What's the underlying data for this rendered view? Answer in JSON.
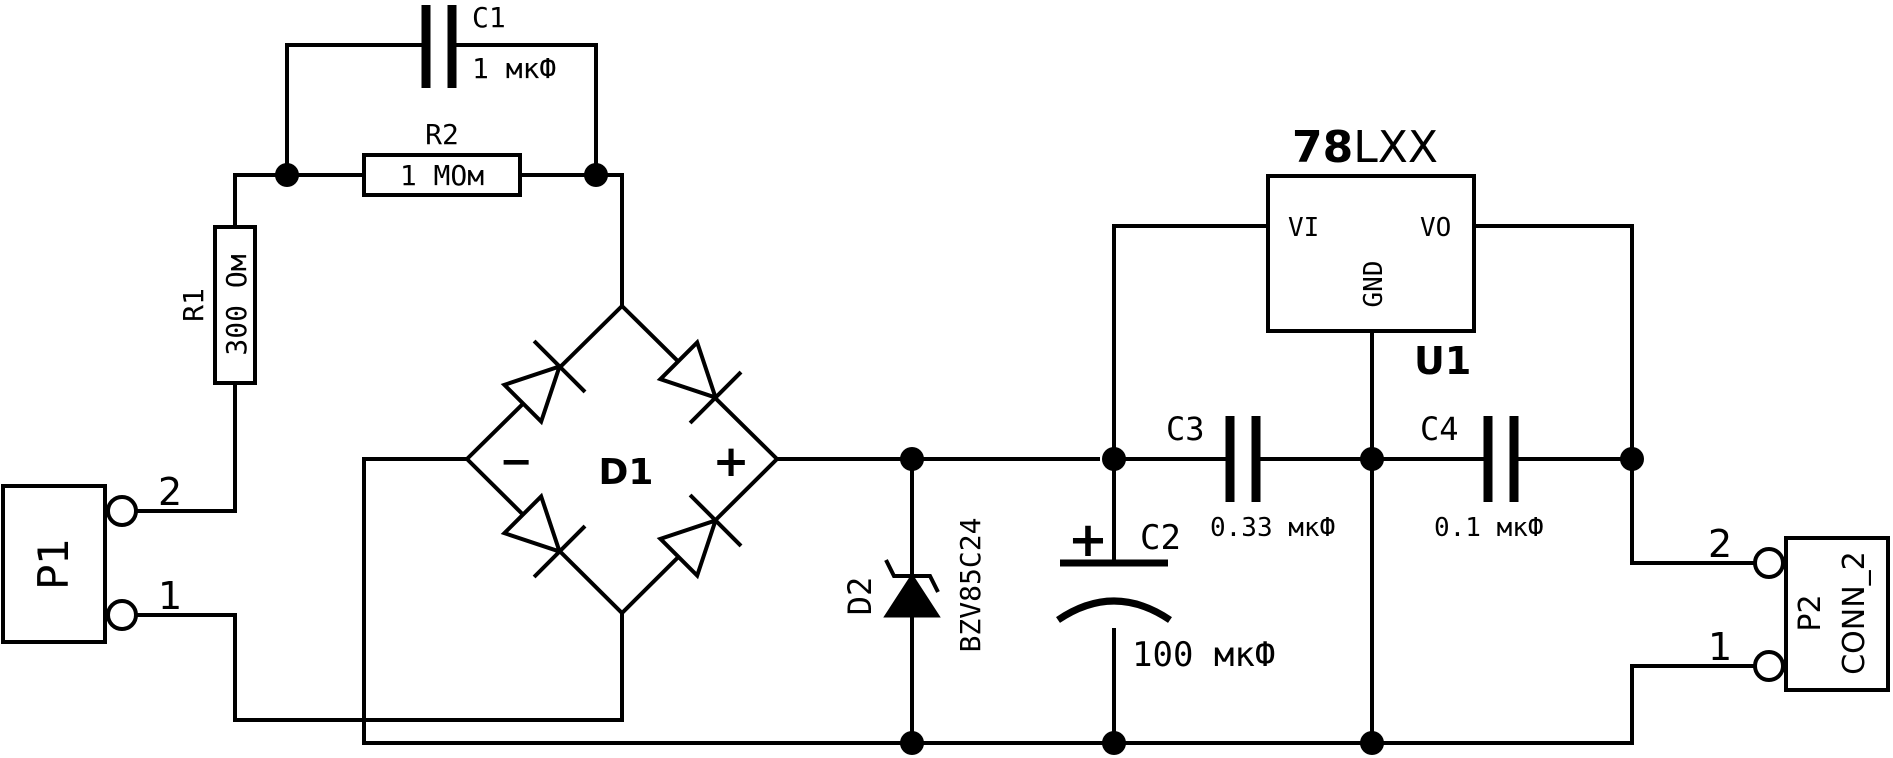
{
  "components": {
    "c1": {
      "ref": "C1",
      "value": "1 мкФ"
    },
    "r2": {
      "ref": "R2",
      "value": "1 МОм"
    },
    "r1": {
      "ref": "R1",
      "value": "300 Ом"
    },
    "d1": {
      "ref": "D1",
      "minus": "−",
      "plus": "+"
    },
    "d2": {
      "ref": "D2",
      "value": "BZV85C24"
    },
    "c2": {
      "ref": "C2",
      "value": "100 мкФ",
      "polarity": "+"
    },
    "c3": {
      "ref": "C3",
      "value": "0.33 мкФ"
    },
    "c4": {
      "ref": "C4",
      "value": "0.1 мкФ"
    },
    "u1": {
      "ref": "U1",
      "value_bold": "78",
      "value_rest": "LXX",
      "pin_vi": "VI",
      "pin_vo": "VO",
      "pin_gnd": "GND"
    },
    "p1": {
      "ref": "P1",
      "pin2": "2",
      "pin1": "1"
    },
    "p2": {
      "ref": "P2",
      "value": "CONN_2",
      "pin2": "2",
      "pin1": "1"
    }
  },
  "colors": {
    "ink": "#000000",
    "background": "#ffffff"
  }
}
